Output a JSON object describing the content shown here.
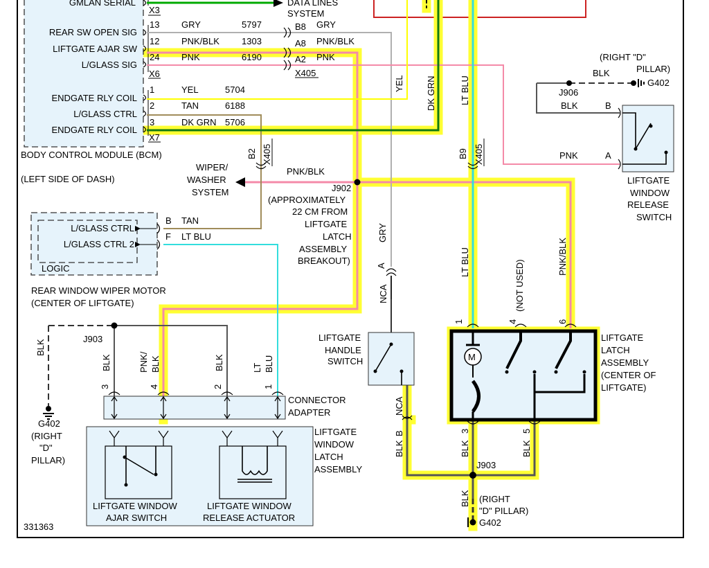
{
  "colors": {
    "GRY": "#b0b0b0",
    "PNK_BLK": "#f48aa8",
    "PNK": "#f48aa8",
    "YEL": "#ffff00",
    "TAN": "#a08c5a",
    "DK_GRN": "#127a12",
    "LT_BLU": "#33dddd",
    "BLK": "#555555",
    "BRIGHT_GRN": "#00aa00",
    "highlight": "#ffff33",
    "frame": "#cc2222"
  },
  "bcm": {
    "title": "BODY CONTROL MODULE (BCM)",
    "location": "(LEFT SIDE OF DASH)",
    "pins": [
      {
        "name": "GMLAN SERIAL",
        "connector": "X3"
      },
      {
        "name": "REAR SW OPEN SIG",
        "pin": "13",
        "color": "GRY",
        "circuit": "5797"
      },
      {
        "name": "LIFTGATE AJAR SW",
        "pin": "12",
        "color": "PNK/BLK",
        "circuit": "1303"
      },
      {
        "name": "L/GLASS SIG",
        "pin": "24",
        "color": "PNK",
        "circuit": "6190",
        "connector": "X6"
      },
      {
        "name": "ENDGATE RLY COIL",
        "pin": "1",
        "color": "YEL",
        "circuit": "5704"
      },
      {
        "name": "L/GLASS CTRL",
        "pin": "2",
        "color": "TAN",
        "circuit": "6188"
      },
      {
        "name": "ENDGATE RLY COIL",
        "pin": "3",
        "color": "DK GRN",
        "circuit": "5706",
        "connector": "X7"
      }
    ]
  },
  "data_lines": {
    "line1": "DATA LINES",
    "line2": "SYSTEM"
  },
  "inline_x405": {
    "name": "X405",
    "pins": [
      {
        "pin": "B8",
        "color": "GRY"
      },
      {
        "pin": "A8",
        "color": "PNK/BLK"
      },
      {
        "pin": "A2",
        "color": "PNK"
      }
    ],
    "b2": "B2",
    "b9": "B9"
  },
  "wire_labels": {
    "yel": "YEL",
    "dk_grn": "DK GRN",
    "lt_blu": "LT BLU",
    "gry": "GRY",
    "pnk_blk": "PNK/BLK",
    "pnk": "PNK",
    "blk": "BLK",
    "tan": "TAN",
    "nca": "NCA",
    "not_used": "(NOT USED)",
    "pnk_blk_split1": "PNK/",
    "pnk_blk_split2": "BLK",
    "lt_split1": "LT",
    "lt_split2": "BLU"
  },
  "right_d_pillar_top": {
    "line1": "(RIGHT \"D\"",
    "line2": "PILLAR)",
    "ground": "G402",
    "splice": "J906",
    "blk": "BLK",
    "blk2": "BLK",
    "pin_b": "B",
    "pin_a": "A"
  },
  "liftgate_window_release_switch": {
    "line1": "LIFTGATE",
    "line2": "WINDOW",
    "line3": "RELEASE",
    "line4": "SWITCH"
  },
  "wiper_system": {
    "line1": "WIPER/",
    "line2": "WASHER",
    "line3": "SYSTEM"
  },
  "splice_j902": {
    "name": "J902",
    "note1": "(APPROXIMATELY",
    "note2": "22 CM FROM",
    "note3": "LIFTGATE",
    "note4": "LATCH",
    "note5": "ASSEMBLY",
    "note6": "BREAKOUT)"
  },
  "wiper_motor": {
    "pins": [
      {
        "name": "L/GLASS CTRL",
        "pin": "B",
        "color": "TAN"
      },
      {
        "name": "L/GLASS CTRL 2",
        "pin": "F",
        "color": "LT BLU"
      }
    ],
    "logic": "LOGIC",
    "title": "REAR WINDOW WIPER MOTOR",
    "location": "(CENTER OF LIFTGATE)"
  },
  "left_ground": {
    "splice": "J903",
    "blk": "BLK",
    "ground": "G402",
    "loc1": "(RIGHT",
    "loc2": "\"D\"",
    "loc3": "PILLAR)"
  },
  "connector_adapter": {
    "line1": "CONNECTOR",
    "line2": "ADAPTER",
    "pins": [
      "3",
      "4",
      "2",
      "1"
    ]
  },
  "window_latch_assembly": {
    "line1": "LIFTGATE",
    "line2": "WINDOW",
    "line3": "LATCH",
    "line4": "ASSEMBLY",
    "ajar1": "LIFTGATE WINDOW",
    "ajar2": "AJAR SWITCH",
    "rel1": "LIFTGATE WINDOW",
    "rel2": "RELEASE ACTUATOR"
  },
  "handle_switch": {
    "line1": "LIFTGATE",
    "line2": "HANDLE",
    "line3": "SWITCH",
    "pin_a": "A",
    "pin_b": "B"
  },
  "latch_assembly": {
    "line1": "LIFTGATE",
    "line2": "LATCH",
    "line3": "ASSEMBLY",
    "line4": "(CENTER OF",
    "line5": "LIFTGATE)",
    "pins": [
      "1",
      "4",
      "6",
      "3",
      "5"
    ],
    "motor": "M"
  },
  "bottom_ground": {
    "splice": "J903",
    "blk": "BLK",
    "loc1": "(RIGHT",
    "loc2": "\"D\" PILLAR)",
    "ground": "G402"
  },
  "figure_number": "331363"
}
